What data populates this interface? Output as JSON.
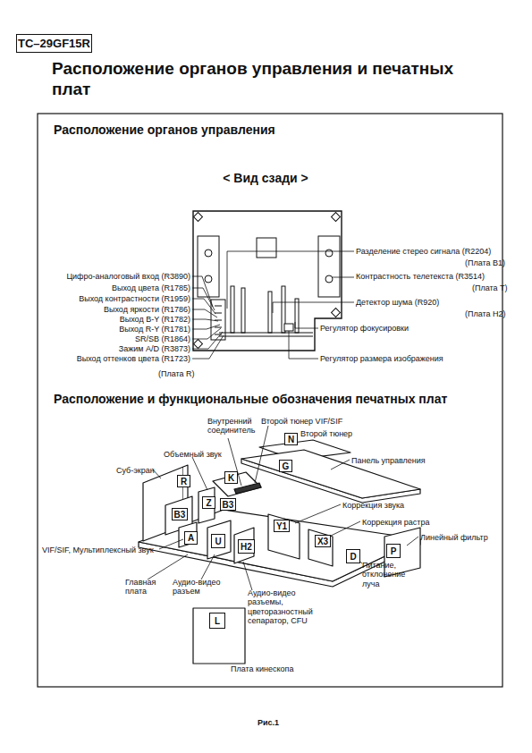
{
  "diagram": {
    "title": "Расположение органов управления и печатных плат",
    "caption": "Рис.1",
    "nodes": [
      {
        "text": [
          "TC–29GF15R"
        ]
      },
      {
        "text": [
          "N"
        ]
      },
      {
        "text": [
          "K"
        ]
      },
      {
        "text": [
          "G"
        ]
      },
      {
        "text": [
          "R"
        ]
      },
      {
        "text": [
          "Z"
        ]
      },
      {
        "text": [
          "B3"
        ]
      },
      {
        "text": [
          "B3"
        ]
      },
      {
        "text": [
          "Y1"
        ]
      },
      {
        "text": [
          "X3"
        ]
      },
      {
        "text": [
          "A"
        ]
      },
      {
        "text": [
          "U"
        ]
      },
      {
        "text": [
          "H2"
        ]
      },
      {
        "text": [
          "D"
        ]
      },
      {
        "text": [
          "P"
        ]
      },
      {
        "text": [
          "L"
        ]
      }
    ],
    "labels": [
      "Расположение органов управления",
      "< Вид сзади >",
      "Разделение стерео сигнала (R2204)",
      "(Плата B1)",
      "Цифро-аналоговый вход (R3890)",
      "Контрастность телетекста (R3514)",
      "(Плата T)",
      "Выход цвета (R1785)",
      "Выход контрастности (R1959)",
      "Детектор шума (R920)",
      "(Плата H2)",
      "Выход яркости (R1786)",
      "Выход B-Y (R1782)",
      "Регулятор фокусировки",
      "Выход R-Y (R1781)",
      "SR/SB (R1864)",
      "Зажим A/D (R3873)",
      "Выход оттенков цвета (R1723)",
      "Регулятор размера изображения",
      "(Плата R)",
      "Расположение и функциональные обозначения печатных плат",
      "Внутренний соединитель",
      "Второй тюнер VIF/SIF",
      "Второй тюнер",
      "Панель управления",
      "Объемный звук",
      "Суб-экран",
      "Коррекция звука",
      "Коррекция растра",
      "Линейный фильтр",
      "VIF/SIF, Мультиплексный звук",
      "Питание, отклонение луча",
      "Главная плата",
      "Аудио-видео разъем",
      "Аудио-видео разъемы, цветоразностный сепаратор, CFU",
      "Плата кинескопа"
    ]
  }
}
